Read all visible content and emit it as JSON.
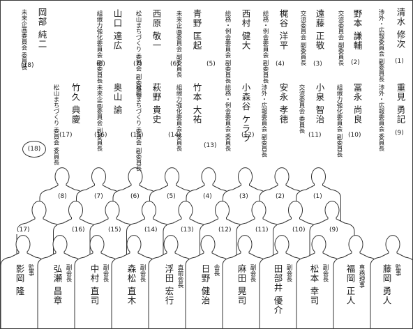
{
  "upper": [
    {
      "name": "清水 修次",
      "role": "渉外・広報委員会 副委員長",
      "num": "(1)"
    },
    {
      "name": "野本 謙輔",
      "role": "交流委員会 副委員長",
      "num": "(2)"
    },
    {
      "name": "遠藤 正敬",
      "role": "交流委員会 副委員長",
      "num": "(3)"
    },
    {
      "name": "梶谷 洋平",
      "role": "総務・例会委員会 副委員長",
      "num": "(4)"
    },
    {
      "name": "西村 健大",
      "role": "総務・例会委員会 副委員長",
      "num": "(5)"
    },
    {
      "name": "青野 匡起",
      "role": "未来企画委員会 副委員長",
      "num": "(6)"
    },
    {
      "name": "西原 敬一",
      "role": "松山まちづくり 委員会 副委員長",
      "num": "(7)"
    },
    {
      "name": "山口 達広",
      "role": "組織力強化委員会 副委員長",
      "num": "(8)"
    },
    {
      "name": "岡部 純二",
      "role": "未来企画委員会 委員長",
      "num": "(18)"
    },
    {
      "name": "重見 勇記",
      "role": "渉外・広報委員会 委員長",
      "num": "(9)"
    },
    {
      "name": "冨永 尚良",
      "role": "組織力強化委員会 副委員長",
      "num": "(10)"
    },
    {
      "name": "小泉 智治",
      "role": "交流委員会 委員長",
      "num": "(11)"
    },
    {
      "name": "安永 孝徳",
      "role": "渉外・広報委員会 副委員長",
      "num": "(12)"
    },
    {
      "name": "小森谷 ケララ",
      "role": "総務・例会委員会 委員長",
      "num": "(13)"
    },
    {
      "name": "竹本 大祐",
      "role": "組織力強化委員会 委員長",
      "num": "(14)"
    },
    {
      "name": "萩野 貴史",
      "role": "松山まちづくり 委員会 副委員長",
      "num": "(15)"
    },
    {
      "name": "奥山 諭",
      "role": "未来企画委員会 副委員長",
      "num": "(16)"
    },
    {
      "name": "竹久 典慶",
      "role": "松山まちづくり 委員会 委員長",
      "num": "(17)"
    }
  ],
  "front": [
    {
      "name": "藤岡 勇人",
      "role": "監事"
    },
    {
      "name": "福岡 正人",
      "role": "専務理事"
    },
    {
      "name": "松本 幸司",
      "role": "副会長"
    },
    {
      "name": "田部井 優介",
      "role": "副会長"
    },
    {
      "name": "麻田 晃司",
      "role": "副会長"
    },
    {
      "name": "日野 健治",
      "role": "会長"
    },
    {
      "name": "浮田 宏行",
      "role": "直前会長"
    },
    {
      "name": "森松 直木",
      "role": "副会長"
    },
    {
      "name": "中村 直司",
      "role": "副会長"
    },
    {
      "name": "弘瀬 昌章",
      "role": "副会長"
    },
    {
      "name": "影岡 隆",
      "role": "監事"
    }
  ],
  "layout_labels": {
    "circled": "(18)",
    "back_row": [
      "(8)",
      "(7)",
      "(6)",
      "(5)",
      "(4)",
      "(3)",
      "(2)",
      "(1)"
    ],
    "middle_row": [
      "(17)",
      "(16)",
      "(15)",
      "(14)",
      "(13)",
      "(12)",
      "(11)",
      "(10)",
      "(9)"
    ]
  }
}
